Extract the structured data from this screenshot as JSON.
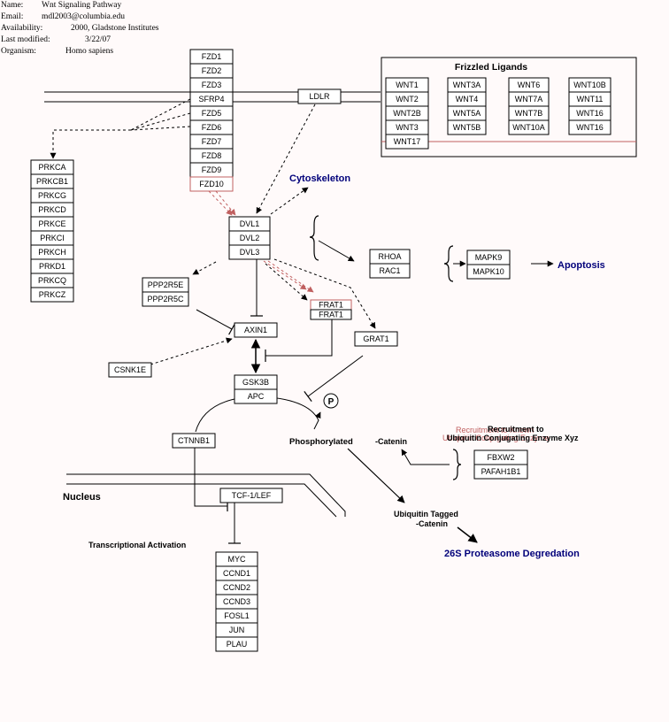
{
  "info": {
    "name_label": "Name:",
    "name_value": "Wnt Signaling Pathway",
    "email_label": "Email:",
    "email_value": "mdl2003@columbia.edu",
    "availability_label": "Availability:",
    "availability_value": "2000, Gladstone Institutes",
    "modified_label": "Last modified:",
    "modified_value": "3/22/07",
    "organism_label": "Organism:",
    "organism_value": "Homo sapiens"
  },
  "colors": {
    "background": "#fffafa",
    "gene_border": "#000000",
    "highlight_red": "#c06060",
    "label_navy": "#00007a"
  },
  "genes": {
    "frizzled": [
      "FZD1",
      "FZD2",
      "FZD3",
      "SFRP4",
      "FZD5",
      "FZD6",
      "FZD7",
      "FZD8",
      "FZD9",
      "FZD10"
    ],
    "ldlr": "LDLR",
    "wnt_col1": [
      "WNT1",
      "WNT2",
      "WNT2B",
      "WNT3",
      "WNT17"
    ],
    "wnt_col2": [
      "WNT3A",
      "WNT4",
      "WNT5A",
      "WNT5B"
    ],
    "wnt_col3": [
      "WNT6",
      "WNT7A",
      "WNT7B",
      "WNT10A"
    ],
    "wnt_col4": [
      "WNT10B",
      "WNT11",
      "WNT16",
      "WNT16"
    ],
    "prkc": [
      "PRKCA",
      "PRKCB1",
      "PRKCG",
      "PRKCD",
      "PRKCE",
      "PRKCI",
      "PRKCH",
      "PRKD1",
      "PRKCQ",
      "PRKCZ"
    ],
    "dvl": [
      "DVL1",
      "DVL2",
      "DVL3"
    ],
    "rho": [
      "RHOA",
      "RAC1"
    ],
    "mapk": [
      "MAPK9",
      "MAPK10"
    ],
    "pp2a": [
      "PPP2R5E",
      "PPP2R5C"
    ],
    "frat": [
      "FRAT1",
      "FRAT1"
    ],
    "axin": "AXIN1",
    "grat": "GRAT1",
    "csnk": "CSNK1E",
    "gsk": [
      "GSK3B",
      "APC"
    ],
    "ctnnb": "CTNNB1",
    "tcf": "TCF-1/LEF",
    "fbx": [
      "FBXW2",
      "PAFAH1B1"
    ],
    "targets": [
      "MYC",
      "CCND1",
      "CCND2",
      "CCND3",
      "FOSL1",
      "JUN",
      "PLAU"
    ]
  },
  "labels": {
    "frizzled_ligands": "Frizzled Ligands",
    "cytoskeleton": "Cytoskeleton",
    "apoptosis": "Apoptosis",
    "phosphorylated": "Phosphorylated",
    "catenin": "-Catenin",
    "recruit_red_1": "Recruitment to Known",
    "recruit_red_2": "Ubiquitin Conjugating Enzyme",
    "recruit_1": "Recruitment to",
    "recruit_2": "Ubiquitin Conjugating Enzyme Xyz",
    "nucleus": "Nucleus",
    "transcriptional": "Transcriptional Activation",
    "ubiquitin_1": "Ubiquitin Tagged",
    "ubiquitin_2": "-Catenin",
    "proteasome": "26S Proteasome Degredation",
    "p_symbol": "P"
  }
}
